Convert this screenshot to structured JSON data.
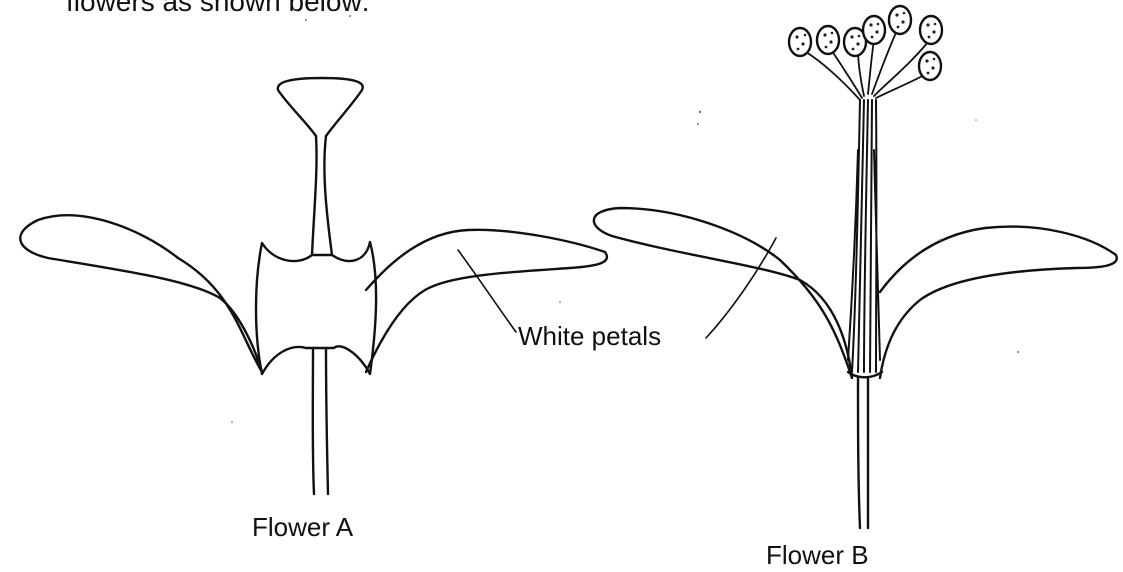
{
  "header": {
    "text": "flowers as shown below:"
  },
  "labels": {
    "flower_a": "Flower A",
    "flower_b": "Flower B",
    "petals": "White petals"
  },
  "colors": {
    "ink": "#111111",
    "background": "#ffffff"
  }
}
